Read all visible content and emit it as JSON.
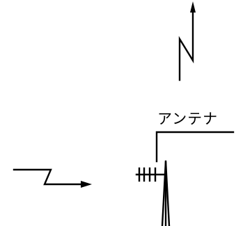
{
  "diagram": {
    "north_marker": "N",
    "antenna_label": "アンテナ",
    "wind_marker": "Z"
  },
  "colors": {
    "ink": "#000000",
    "background": "#ffffff"
  },
  "icons": {
    "north_arrow": "north-arrow-icon",
    "wind_arrow": "wind-arrow-icon",
    "antenna": "antenna-icon"
  }
}
